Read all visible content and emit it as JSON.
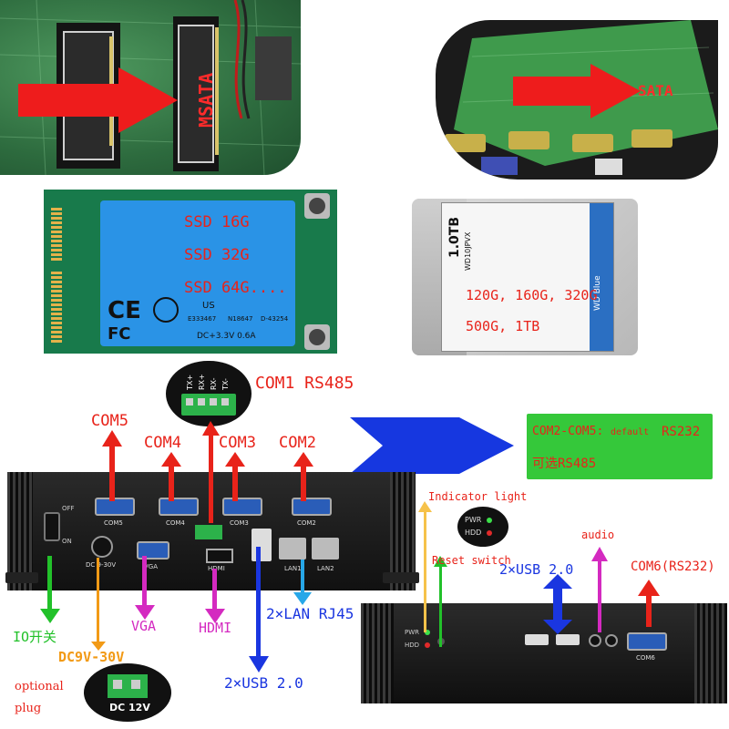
{
  "top_left_photo": {
    "label": "MSATA"
  },
  "top_right_photo": {
    "label": "SATA"
  },
  "ssd_card": {
    "sizes": [
      "SSD 16G",
      "SSD 32G",
      "SSD 64G...."
    ],
    "cert_text_1": "E333467",
    "cert_text_2": "N18647",
    "cert_text_3": "D-43254",
    "power": "DC+3.3V 0.6A",
    "fc": "FC",
    "us": "US"
  },
  "hdd": {
    "capacity_line_1": "120G, 160G, 320G",
    "capacity_line_2": "500G, 1TB",
    "label_model": "1.0TB",
    "label_sub": "WD10JPVX",
    "brand": "WD Blue"
  },
  "terminal": {
    "pins": [
      "TX+",
      "RX+",
      "RX-",
      "TX-"
    ]
  },
  "labels": {
    "com1": "COM1 RS485",
    "com5": "COM5",
    "com4": "COM4",
    "com3": "COM3",
    "com2": "COM2",
    "note_line_1a": "COM2-COM5:",
    "note_line_1b": "default",
    "note_line_1c": "RS232",
    "note_line_2": "可选RS485",
    "indicator": "Indicator light",
    "reset": "Reset switch",
    "audio": "audio",
    "usb_right": "2×USB 2.0",
    "com6": "COM6(RS232)",
    "io_switch": "IO开关",
    "dc": "DC9V-30V",
    "vga": "VGA",
    "hdmi": "HDMI",
    "lan": "2×LAN RJ45",
    "usb_bottom": "2×USB 2.0",
    "optional": "optional",
    "plug": "plug",
    "dc12": "DC 12V"
  },
  "panel_left": {
    "port_labels": [
      "COM5",
      "COM4",
      "COM3",
      "COM2",
      "VGA",
      "HDMI",
      "LAN1",
      "LAN2",
      "DC 9-30V",
      "OFF",
      "ON"
    ]
  },
  "panel_right": {
    "port_labels": [
      "PWR",
      "HDD",
      "COM6"
    ]
  },
  "inset_led": {
    "pwr": "PWR",
    "hdd": "HDD"
  }
}
